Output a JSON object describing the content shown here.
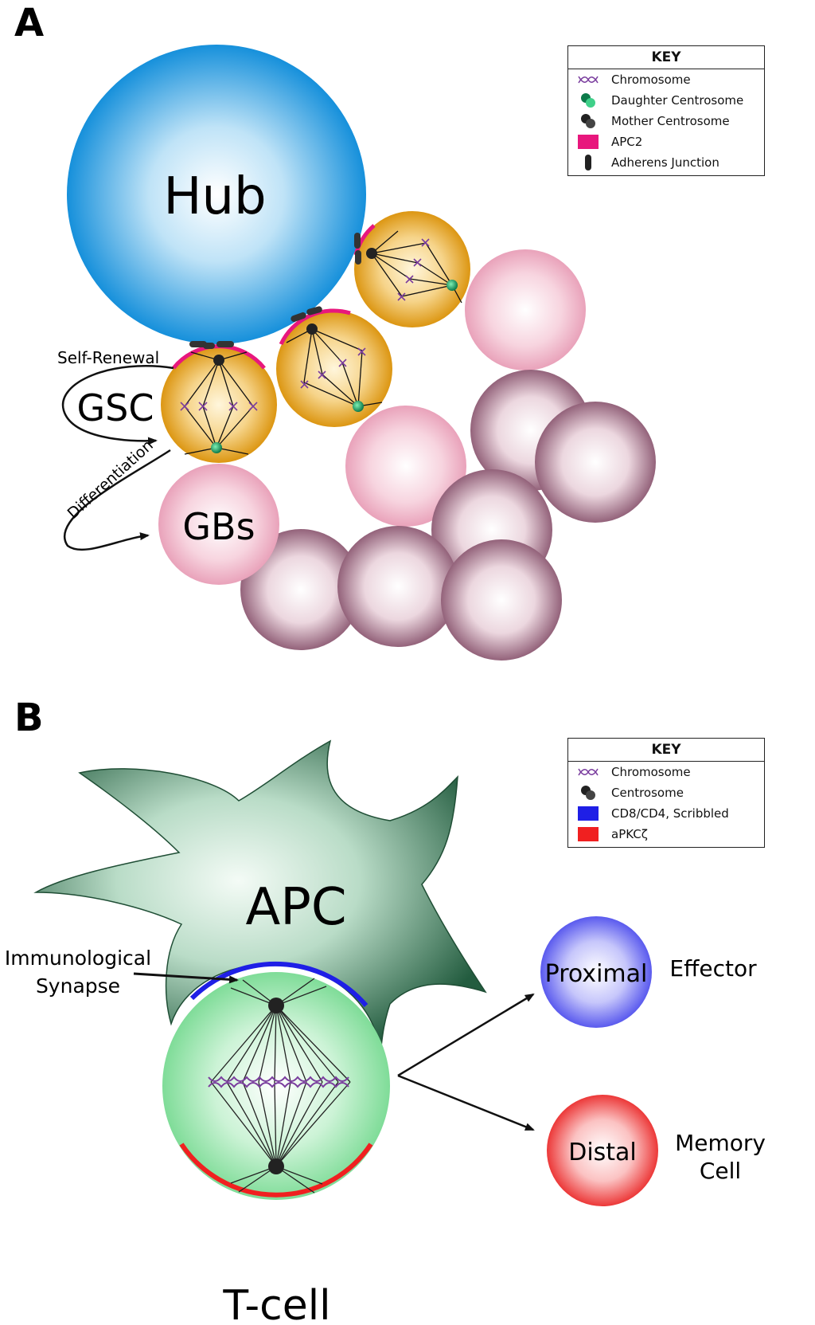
{
  "panel_a": {
    "label": "A",
    "hub": "Hub",
    "gsc": "GSC",
    "gbs": "GBs",
    "self_renewal": "Self-Renewal",
    "differentiation": "Differentiation",
    "key": {
      "title": "KEY",
      "items": [
        {
          "label": "Chromosome",
          "icon": "chromosome-icon"
        },
        {
          "label": "Daughter Centrosome",
          "icon": "daughter-centrosome-icon"
        },
        {
          "label": "Mother Centrosome",
          "icon": "mother-centrosome-icon"
        },
        {
          "label": "APC2",
          "icon": "apc2-swatch",
          "color": "#e8177d"
        },
        {
          "label": "Adherens Junction",
          "icon": "adherens-junction-icon"
        }
      ]
    }
  },
  "panel_b": {
    "label": "B",
    "apc": "APC",
    "synapse_line1": "Immunological",
    "synapse_line2": "Synapse",
    "tcell": "T-cell",
    "proximal": "Proximal",
    "distal": "Distal",
    "effector": "Effector",
    "memory_line1": "Memory",
    "memory_line2": "Cell",
    "key": {
      "title": "KEY",
      "items": [
        {
          "label": "Chromosome",
          "icon": "chromosome-icon"
        },
        {
          "label": "Centrosome",
          "icon": "centrosome-icon"
        },
        {
          "label": "CD8/CD4, Scribbled",
          "icon": "cd8-swatch",
          "color": "#1f1fe6"
        },
        {
          "label": "aPKCζ",
          "icon": "apkc-swatch",
          "color": "#f02020"
        }
      ]
    }
  },
  "colors": {
    "hub": "#1a9ae0",
    "gsc": "#e8a31c",
    "gb": "#f2b6c9",
    "gb_dark": "#9c6b7e",
    "apc": "#2e6b4b",
    "tcell": "#8be0a3",
    "proximal": "#6a6af0",
    "distal": "#ee4040",
    "apc2": "#e8177d",
    "scribbled": "#1f1fe6",
    "apkc": "#f02020"
  }
}
